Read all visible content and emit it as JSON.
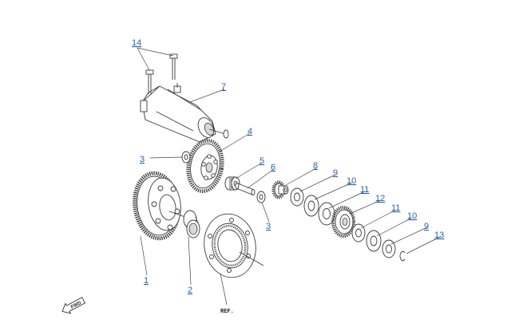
{
  "callouts": {
    "c1": "1",
    "c2": "2",
    "c3a": "3",
    "c3b": "3",
    "c4": "4",
    "c5": "5",
    "c6": "6",
    "c7": "7",
    "c8": "8",
    "c9a": "9",
    "c9b": "9",
    "c10a": "10",
    "c10b": "10",
    "c11a": "11",
    "c11b": "11",
    "c12": "12",
    "c13": "13",
    "c14": "14"
  },
  "ref_label": "REF.",
  "fwd_label": "FWD",
  "icons": [
    "forward-arrow-icon"
  ]
}
